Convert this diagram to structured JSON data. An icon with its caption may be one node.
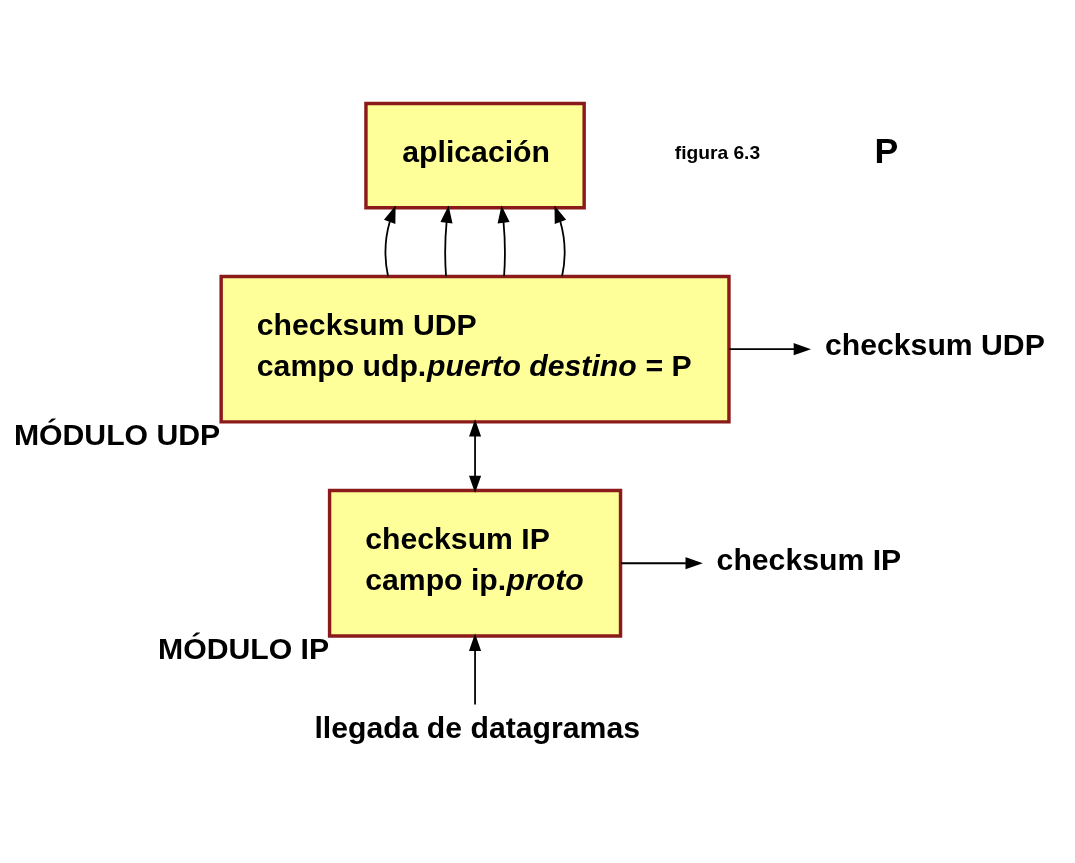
{
  "diagram": {
    "nodes": [
      {
        "text": [
          "aplicación"
        ]
      },
      {
        "text": [
          "checksum UDP",
          "campo udp.*puerto destino =* P"
        ],
        "beside": [
          "MÓDULO UDP"
        ]
      },
      {
        "text": [
          "checksum UDP"
        ]
      },
      {
        "text": [
          "checksum IP",
          "campo ip.*proto*"
        ],
        "beside": [
          "MÓDULO IP"
        ]
      },
      {
        "text": [
          "checksum IP"
        ]
      },
      {
        "text": [
          "llegada de datagramas"
        ]
      }
    ],
    "edges": [
      {
        "from": 1,
        "to": 0,
        "arrow": "to"
      },
      {
        "from": 1,
        "to": 0,
        "arrow": "to"
      },
      {
        "from": 1,
        "to": 0,
        "arrow": "to"
      },
      {
        "from": 1,
        "to": 0,
        "arrow": "to"
      },
      {
        "from": 1,
        "to": 2,
        "arrow": "to"
      },
      {
        "from": 3,
        "to": 1,
        "arrow": "both"
      },
      {
        "from": 3,
        "to": 4,
        "arrow": "to"
      },
      {
        "from": 5,
        "to": 3,
        "arrow": "to"
      }
    ],
    "labels": [
      "figura 6.3",
      "P"
    ]
  }
}
